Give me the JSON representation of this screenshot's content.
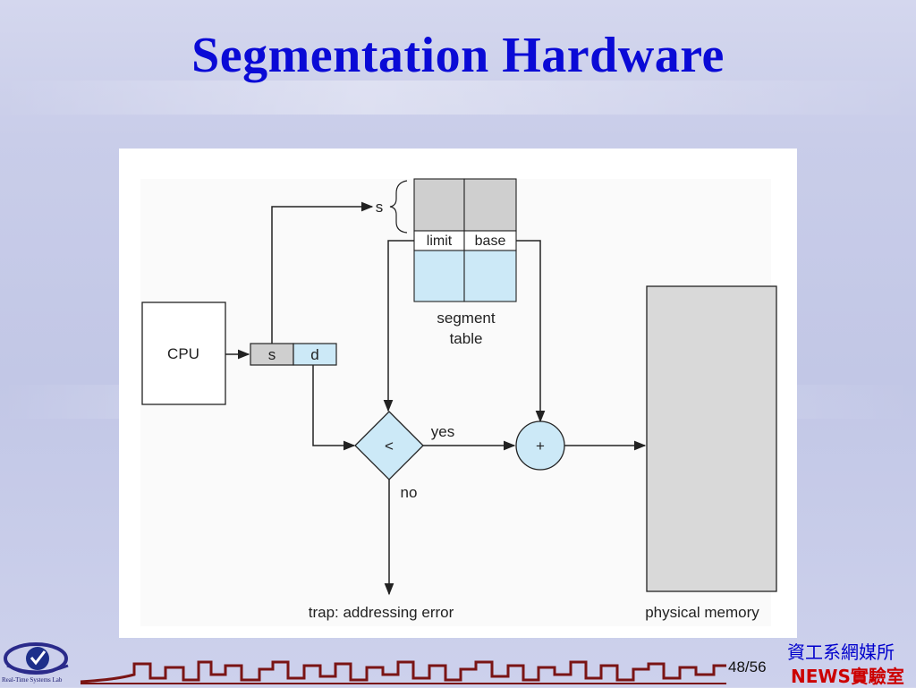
{
  "slide": {
    "title": "Segmentation Hardware",
    "page_current": "48",
    "page_separator": "/",
    "page_total": "56",
    "lab_name_line1": "資工系網媒所",
    "lab_name_line2": "NEWS實驗室",
    "logo_caption": "Real-Time Systems Lab"
  },
  "diagram": {
    "cpu_label": "CPU",
    "address_s": "s",
    "address_d": "d",
    "index_s": "s",
    "table_limit_header": "limit",
    "table_base_header": "base",
    "table_caption_line1": "segment",
    "table_caption_line2": "table",
    "compare_symbol": "<",
    "add_symbol": "+",
    "yes_label": "yes",
    "no_label": "no",
    "trap_label": "trap: addressing error",
    "memory_label": "physical memory"
  },
  "colors": {
    "title": "#0a0ad6",
    "light_blue_fill": "#cce9f7",
    "gray_fill": "#cfcfcf",
    "line": "#222222"
  }
}
